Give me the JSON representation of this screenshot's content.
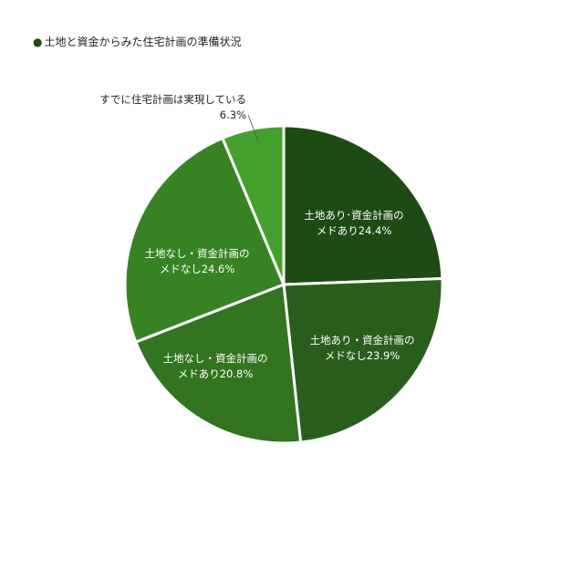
{
  "title": "土地と資金からみた住宅計画の準備状況",
  "chart_data": {
    "type": "pie",
    "title": "土地と資金からみた住宅計画の準備状況",
    "slices": [
      {
        "label_line1": "土地あり･資金計画の",
        "label_line2": "メドあり",
        "value": 24.4,
        "value_text": "24.4%",
        "color": "#1e4a14"
      },
      {
        "label_line1": "土地あり・資金計画の",
        "label_line2": "メドなし",
        "value": 23.9,
        "value_text": "23.9%",
        "color": "#2a5e1c"
      },
      {
        "label_line1": "土地なし・資金計画の",
        "label_line2": "メドあり",
        "value": 20.8,
        "value_text": "20.8%",
        "color": "#32741f"
      },
      {
        "label_line1": "土地なし・資金計画の",
        "label_line2": "メドなし",
        "value": 24.6,
        "value_text": "24.6%",
        "color": "#378324"
      },
      {
        "label_line1": "すでに住宅計画は実現している",
        "label_line2": "",
        "value": 6.3,
        "value_text": "6.3%",
        "color": "#43a02c"
      }
    ]
  }
}
